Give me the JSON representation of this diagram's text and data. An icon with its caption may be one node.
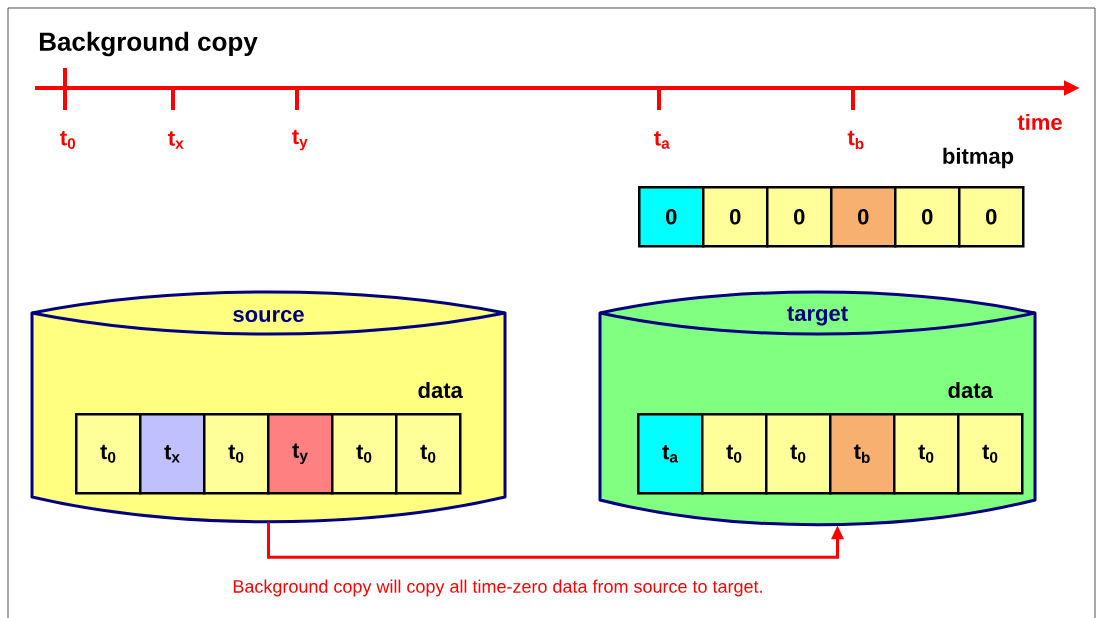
{
  "diagram": {
    "title": "Background copy",
    "caption": "Background copy will copy all time-zero data from source to target.",
    "nodes": [
      {
        "text": [
          "0"
        ]
      },
      {
        "text": [
          "0"
        ]
      },
      {
        "text": [
          "0"
        ]
      },
      {
        "text": [
          "0"
        ]
      },
      {
        "text": [
          "0"
        ]
      },
      {
        "text": [
          "0"
        ]
      },
      {
        "text": [
          "source",
          "data"
        ]
      },
      {
        "text": [
          "t$_{0}$"
        ],
        "in": 6
      },
      {
        "text": [
          "t$_{x}$"
        ],
        "in": 6
      },
      {
        "text": [
          "t$_{0}$"
        ],
        "in": 6
      },
      {
        "text": [
          "t$_{y}$"
        ],
        "in": 6
      },
      {
        "text": [
          "t$_{0}$"
        ],
        "in": 6
      },
      {
        "text": [
          "t$_{0}$"
        ],
        "in": 6
      },
      {
        "text": [
          "target",
          "data"
        ]
      },
      {
        "text": [
          "t$_{a}$"
        ],
        "in": 13
      },
      {
        "text": [
          "t$_{0}$"
        ],
        "in": 13
      },
      {
        "text": [
          "t$_{0}$"
        ],
        "in": 13
      },
      {
        "text": [
          "t$_{b}$"
        ],
        "in": 13
      },
      {
        "text": [
          "t$_{0}$"
        ],
        "in": 13
      },
      {
        "text": [
          "t$_{0}$"
        ],
        "in": 13
      }
    ],
    "edges": [
      {
        "from": 6,
        "to": 13,
        "arrow": "to",
        "color": "#ff0000"
      }
    ],
    "labels": [
      "t$_{0}$",
      "t$_{x}$",
      "t$_{y}$",
      "t$_{a}$",
      "t$_{b}$",
      "time",
      "bitmap"
    ]
  }
}
